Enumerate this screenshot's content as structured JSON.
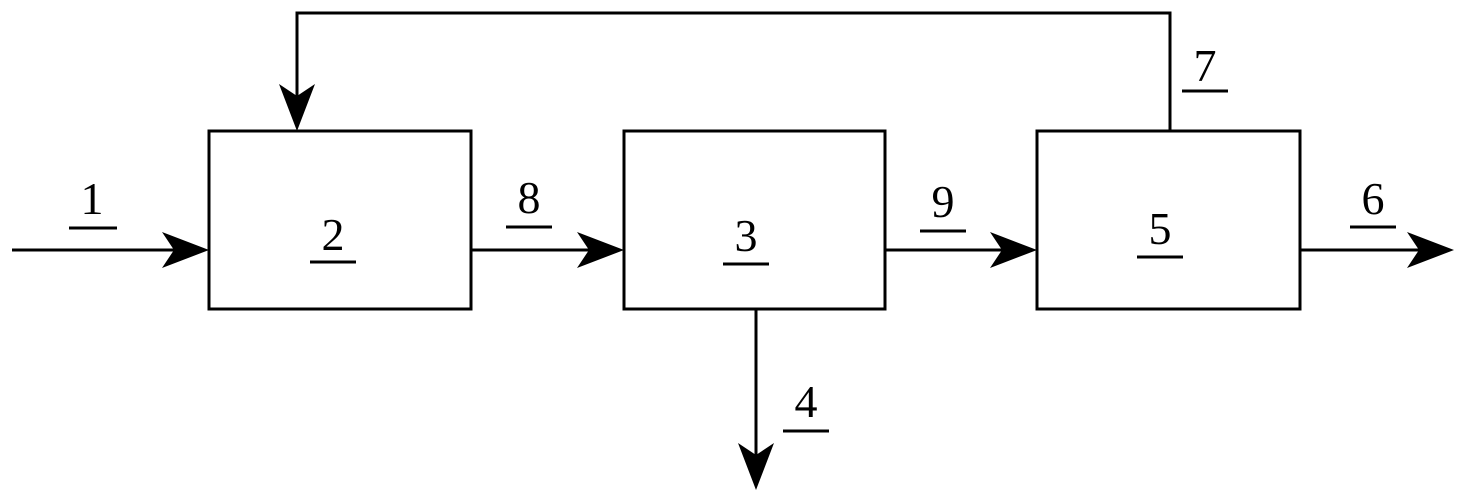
{
  "blocks": {
    "b2": {
      "label": "2"
    },
    "b3": {
      "label": "3"
    },
    "b5": {
      "label": "5"
    }
  },
  "streams": {
    "s1": {
      "label": "1"
    },
    "s4": {
      "label": "4"
    },
    "s6": {
      "label": "6"
    },
    "s7": {
      "label": "7"
    },
    "s8": {
      "label": "8"
    },
    "s9": {
      "label": "9"
    }
  },
  "colors": {
    "line": "#000000",
    "background": "#ffffff"
  }
}
